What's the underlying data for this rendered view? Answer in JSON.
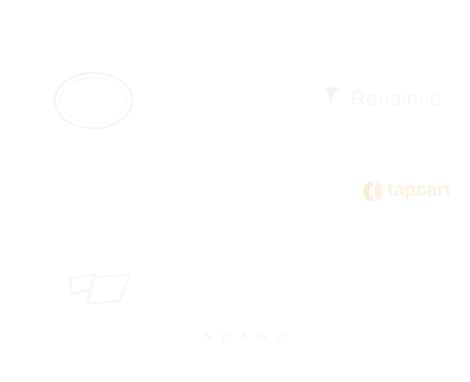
{
  "logos": {
    "top": {
      "text": ""
    },
    "badge": {
      "text": ""
    },
    "renaince": {
      "text": "Renaince",
      "icon": "leaf-mark-icon"
    },
    "script_left": {
      "text": ""
    },
    "middle": {
      "text": ""
    },
    "tapcart": {
      "text": "tapcart",
      "icon": "tapcart-mark-icon",
      "color": "#fdf1e2"
    },
    "geometric": {
      "icon": "geometric-mark-icon"
    },
    "script_right": {
      "text": ""
    },
    "bottom": {
      "text": "INDAGO"
    }
  },
  "colors": {
    "background": "#ffffff",
    "logo_tint": "#f8f7f5",
    "tapcart_tint": "#fdf1e2"
  }
}
